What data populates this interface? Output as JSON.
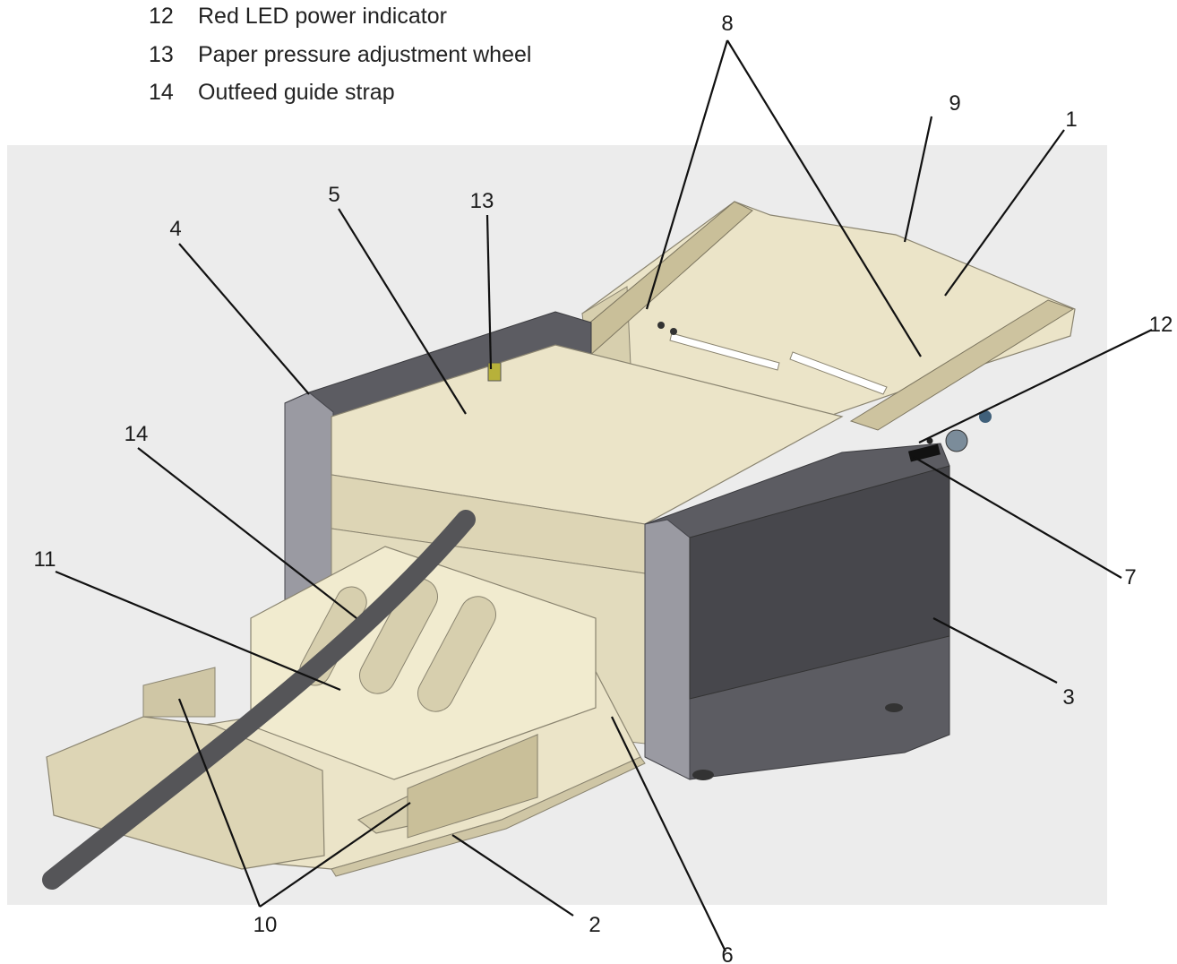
{
  "legend": [
    {
      "num": "12",
      "text": "Red LED power indicator"
    },
    {
      "num": "13",
      "text": "Paper pressure adjustment wheel"
    },
    {
      "num": "14",
      "text": "Outfeed guide strap"
    }
  ],
  "callouts": [
    "1",
    "2",
    "3",
    "4",
    "5",
    "6",
    "7",
    "8",
    "9",
    "10",
    "11",
    "12",
    "13",
    "14"
  ],
  "colors": {
    "panel_cream": "#ebe4c8",
    "panel_cream_dark": "#d7cfae",
    "housing_dark": "#5c5c62",
    "housing_edge": "#9a9aa2",
    "strap": "#555558",
    "background_gray": "#ececec"
  }
}
